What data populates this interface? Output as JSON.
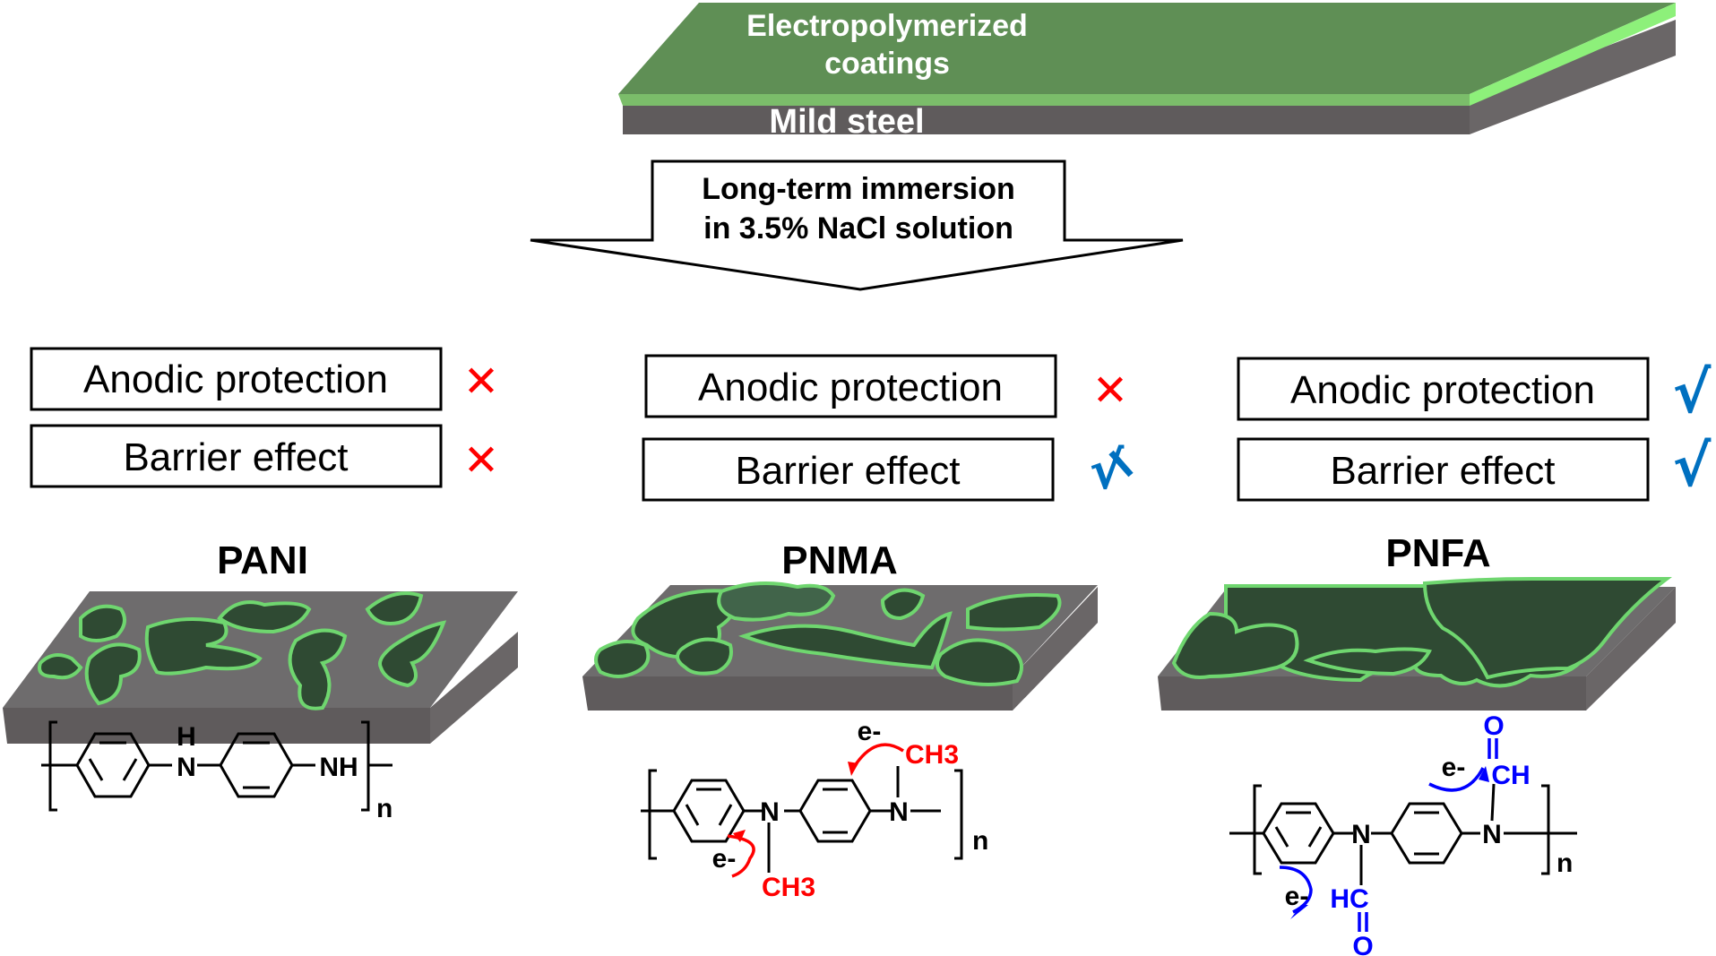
{
  "header": {
    "coating_label_line1": "Electropolymerized",
    "coating_label_line2": "coatings",
    "substrate_label": "Mild steel"
  },
  "process_arrow": {
    "line1": "Long-term immersion",
    "line2": "in 3.5% NaCl solution"
  },
  "colors": {
    "coating_top": "#5f8f55",
    "coating_edge": "#7bbd6a",
    "coating_edge_light": "#8df07a",
    "steel_top": "#6e6c6d",
    "steel_side": "#5f5b5c",
    "island_dark": "#2f4a33",
    "island_edge": "#6fd66f",
    "cross_red": "#ff0000",
    "check_blue": "#0070c0",
    "annot_red": "#ff0000",
    "annot_blue": "#0000ff"
  },
  "panels": [
    {
      "name": "PANI",
      "properties": [
        {
          "label": "Anodic protection",
          "status": "cross",
          "symbol": "✕"
        },
        {
          "label": "Barrier effect",
          "status": "cross",
          "symbol": "✕"
        }
      ],
      "structure": {
        "atoms": [
          "H",
          "N",
          "NH"
        ],
        "repeat": "n"
      }
    },
    {
      "name": "PNMA",
      "properties": [
        {
          "label": "Anodic protection",
          "status": "cross",
          "symbol": "✕"
        },
        {
          "label": "Barrier effect",
          "status": "partial",
          "symbol": "√"
        }
      ],
      "structure": {
        "atoms": [
          "N",
          "N"
        ],
        "substituents": [
          "CH3",
          "CH3"
        ],
        "electron_labels": [
          "e-",
          "e-"
        ],
        "repeat": "n"
      }
    },
    {
      "name": "PNFA",
      "properties": [
        {
          "label": "Anodic protection",
          "status": "check",
          "symbol": "√"
        },
        {
          "label": "Barrier effect",
          "status": "check",
          "symbol": "√"
        }
      ],
      "structure": {
        "atoms": [
          "N",
          "N"
        ],
        "substituents": [
          "CH",
          "HC"
        ],
        "carbonyl_oxygen": [
          "O",
          "O"
        ],
        "electron_labels": [
          "e-",
          "e-"
        ],
        "repeat": "n"
      }
    }
  ]
}
